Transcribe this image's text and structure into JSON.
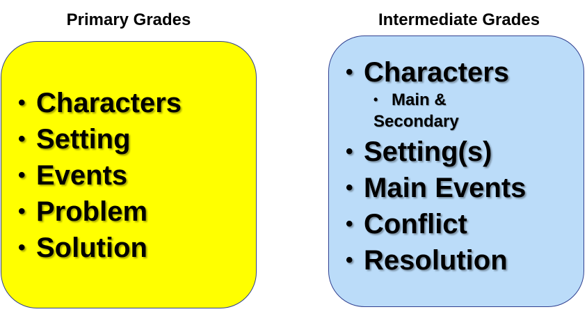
{
  "primary": {
    "title": "Primary Grades",
    "box_color": "#ffff00",
    "items": [
      "Characters",
      "Setting",
      "Events",
      "Problem",
      "Solution"
    ]
  },
  "intermediate": {
    "title": "Intermediate Grades",
    "box_color": "#bbdcf9",
    "items": [
      {
        "label": "Characters",
        "sub": [
          "Main &",
          "Secondary"
        ]
      },
      {
        "label": "Setting(s)"
      },
      {
        "label": "Main Events"
      },
      {
        "label": "Conflict"
      },
      {
        "label": "Resolution"
      }
    ]
  }
}
